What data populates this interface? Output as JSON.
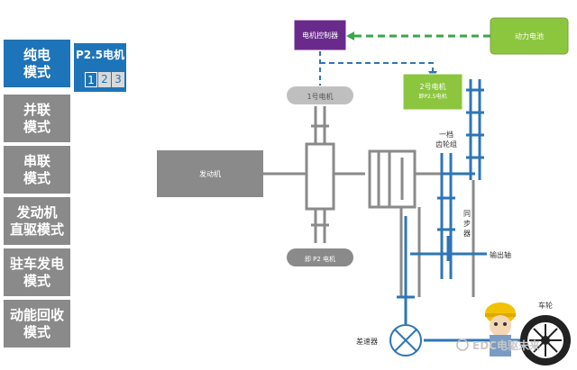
{
  "sidebar": {
    "modes": [
      {
        "label": "纯电\n模式",
        "active": true
      },
      {
        "label": "并联\n模式",
        "active": false
      },
      {
        "label": "串联\n模式",
        "active": false
      },
      {
        "label": "发动机\n直驱模式",
        "active": false
      },
      {
        "label": "驻车发电\n模式",
        "active": false
      },
      {
        "label": "动能回收\n模式",
        "active": false
      }
    ]
  },
  "submode": {
    "label": "P2.5电机",
    "numbers": [
      "1",
      "2",
      "3"
    ],
    "active_index": 0
  },
  "diagram": {
    "motor_controller": "电机控制器",
    "battery": "动力电池",
    "motor1": "1号电机",
    "motor2_line1": "2号电机",
    "motor2_line2": "即P2.5电机",
    "engine": "发动机",
    "p2_motor": "即 P2 电机",
    "gear1_line1": "一档",
    "gear1_line2": "齿轮组",
    "synchronizer": "同\n步\n器",
    "output_shaft": "输出轴",
    "differential": "差速器",
    "wheel": "车轮",
    "watermark": "EDC电驱未来"
  },
  "colors": {
    "active_blue": "#1e74b8",
    "inactive_gray": "#8a8a8a",
    "controller_purple": "#6a2a8c",
    "green": "#8cc63f",
    "shaft_blue": "#2e75b6",
    "dash_green": "#3aa64a"
  }
}
